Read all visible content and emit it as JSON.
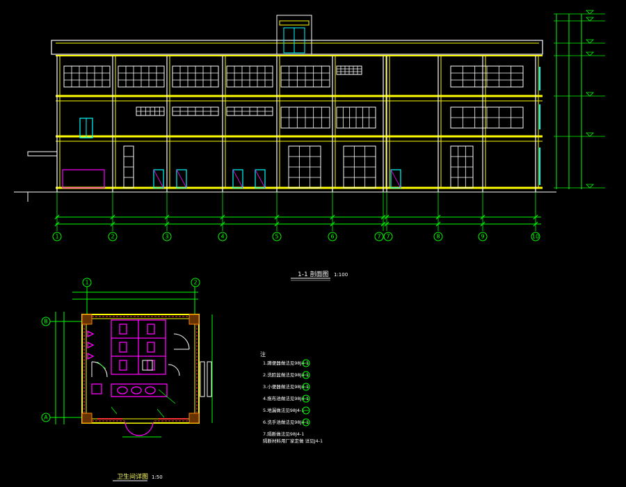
{
  "section": {
    "title": "1-1 剖面图",
    "scale": "1:100",
    "axes": [
      "1",
      "2",
      "3",
      "4",
      "5",
      "6",
      "7",
      "7",
      "8",
      "9",
      "10"
    ]
  },
  "plan": {
    "title": "卫生间详图",
    "scale": "1:50",
    "col_axes": [
      "1",
      "2"
    ],
    "row_axes": [
      "B",
      "A"
    ]
  },
  "notes": {
    "heading": "注",
    "items": [
      "1.蹲便器做法见98J4-1",
      "2.洗脸盆做法见98J4-1",
      "3.小便器做法见98J4-1",
      "4.拖布池做法见98J4-1",
      "5.地漏做法见98J4-1",
      "6.洗手池做法见98J4-1",
      "7.隔断做法见98J4-1"
    ],
    "last_line": "隔断材料用厂家定做 详见J4-1"
  },
  "colors": {
    "background": "#000000",
    "wall": "#ffff00",
    "structure": "#ffffff",
    "dimension": "#00ff00",
    "fixture": "#ff00ff",
    "door": "#00ffff",
    "hatch": "#ff3333",
    "accent": "#ff8800"
  }
}
